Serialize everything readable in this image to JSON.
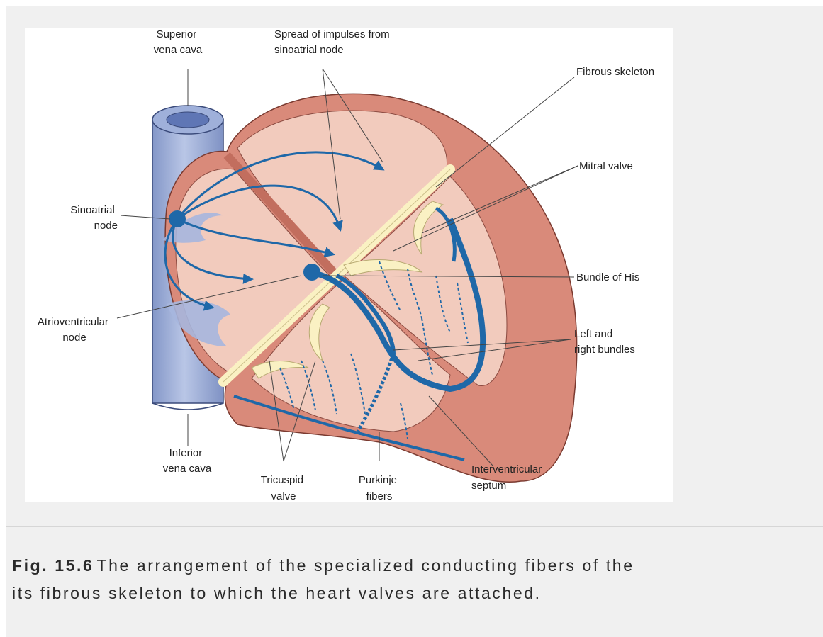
{
  "figure": {
    "labels": {
      "superior_vena_cava": [
        "Superior",
        "vena cava"
      ],
      "spread_of_impulses": [
        "Spread of impulses from",
        "sinoatrial node"
      ],
      "fibrous_skeleton": "Fibrous skeleton",
      "mitral_valve": "Mitral valve",
      "sinoatrial_node": [
        "Sinoatrial",
        "node"
      ],
      "bundle_of_his": "Bundle of His",
      "atrioventricular_node": [
        "Atrioventricular",
        "node"
      ],
      "left_right_bundles": [
        "Left and",
        "right bundles"
      ],
      "inferior_vena_cava": [
        "Inferior",
        "vena cava"
      ],
      "tricuspid_valve": [
        "Tricuspid",
        "valve"
      ],
      "purkinje_fibers": [
        "Purkinje",
        "fibers"
      ],
      "interventricular_septum": [
        "Interventricular",
        "septum"
      ]
    },
    "colors": {
      "heart_wall": "#d98a7a",
      "chamber": "#f2cbbd",
      "conduction": "#1f68a8",
      "valve": "#faf1c3",
      "vena_cava": "#98a9d4"
    }
  },
  "caption": {
    "figure_number": "Fig. 15.6",
    "text_line1": "The arrangement of the specialized conducting fibers of the",
    "text_line2": "its fibrous skeleton to which the heart valves are attached."
  }
}
